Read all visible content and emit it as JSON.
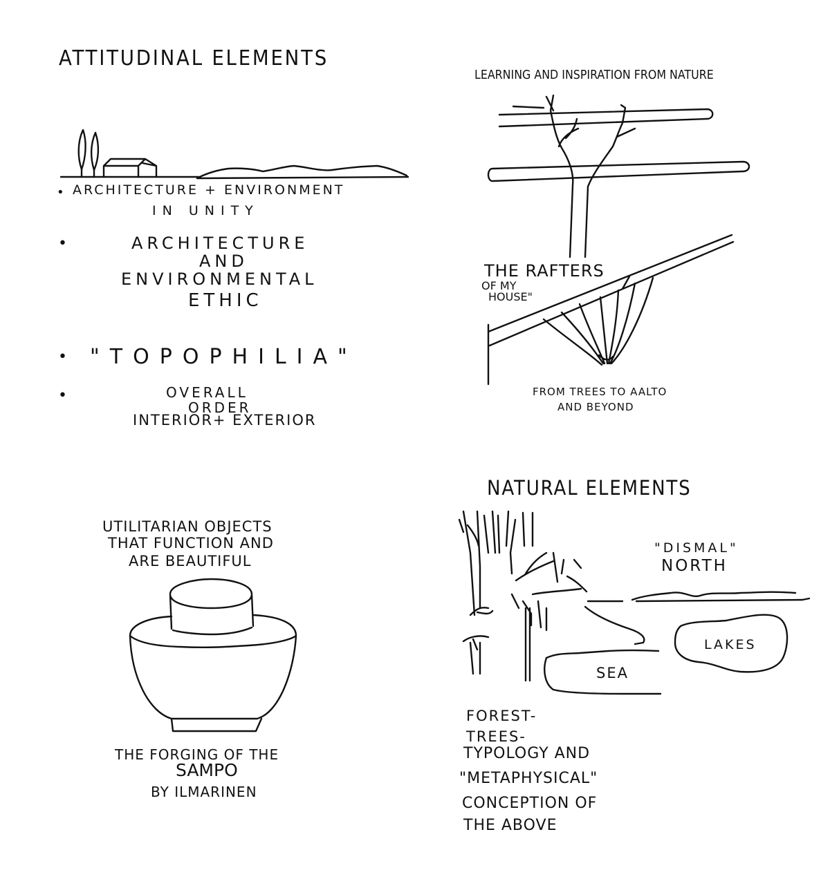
{
  "attitudinal": {
    "title": "ATTITUDINAL ELEMENTS",
    "bullets": [
      {
        "line1": "ARCHITECTURE + ENVIRONMENT",
        "line2": "IN UNITY"
      },
      {
        "line1": "ARCHITECTURE",
        "line2": "AND",
        "line3": "ENVIRONMENTAL",
        "line4": "ETHIC"
      },
      {
        "line1": "\"TOPOPHILIA\""
      },
      {
        "line1": "OVERALL",
        "line2": "ORDER",
        "line3": "INTERIOR+ EXTERIOR"
      }
    ],
    "bullet_char": "•"
  },
  "learning": {
    "title": "LEARNING AND INSPIRATION FROM NATURE",
    "rafters_line1": "THE RAFTERS",
    "rafters_line2": "OF MY",
    "rafters_line3": "HOUSE\"",
    "caption_line1": "FROM TREES TO AALTO",
    "caption_line2": "AND BEYOND"
  },
  "utilitarian": {
    "title_line1": "UTILITARIAN OBJECTS",
    "title_line2": "THAT FUNCTION AND",
    "title_line3": "ARE BEAUTIFUL",
    "caption_line1": "THE FORGING OF THE",
    "caption_line2": "SAMPO",
    "caption_line3": "BY ILMARINEN"
  },
  "natural": {
    "title": "NATURAL ELEMENTS",
    "dismal_line1": "\"DISMAL\"",
    "dismal_line2": "NORTH",
    "lakes_label": "LAKES",
    "sea_label": "SEA",
    "forest_lines": [
      "FOREST-",
      "TREES-",
      "TYPOLOGY AND",
      "\"METAPHYSICAL\"",
      "CONCEPTION OF",
      "THE ABOVE"
    ]
  }
}
